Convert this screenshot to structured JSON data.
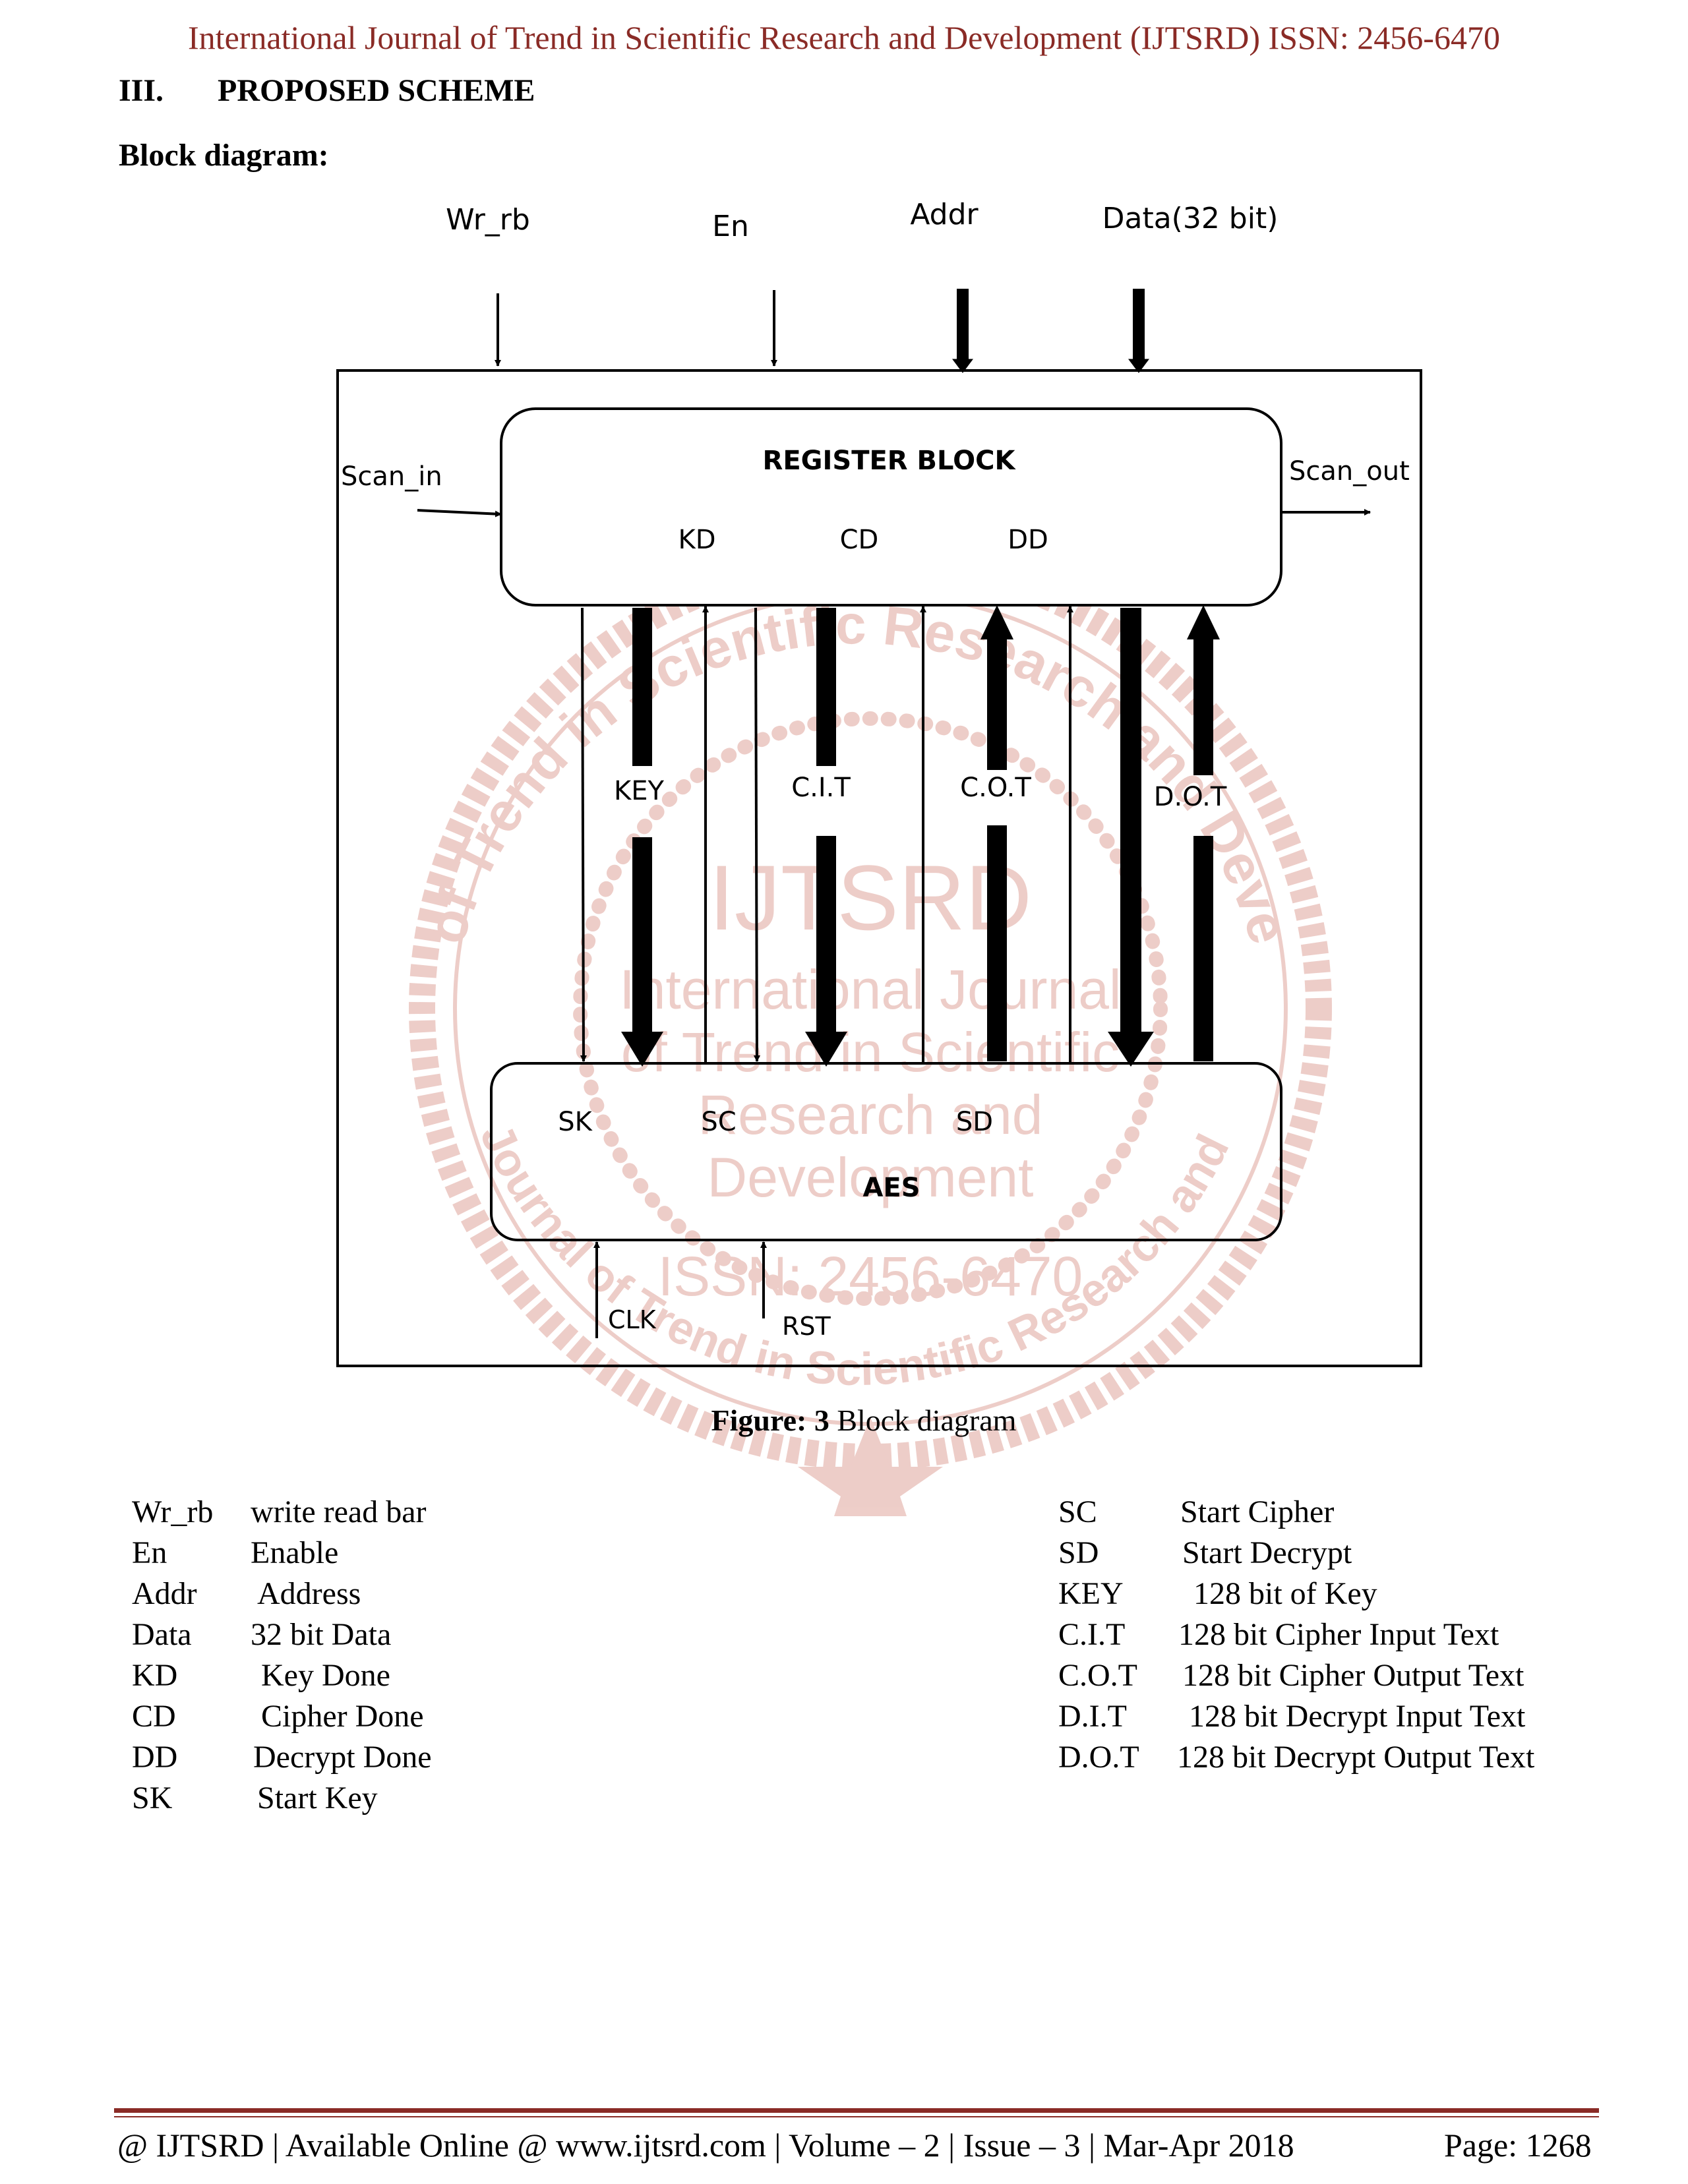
{
  "header": "International Journal of Trend in Scientific Research and Development (IJTSRD) ISSN: 2456-6470",
  "section": {
    "number": "III.",
    "title": "PROPOSED SCHEME"
  },
  "subheading": "Block diagram:",
  "diagram": {
    "inputs": {
      "wr_rb": "Wr_rb",
      "en": "En",
      "addr": "Addr",
      "data": "Data(32 bit)"
    },
    "scan_in": "Scan_in",
    "scan_out": "Scan_out",
    "register_block": {
      "title": "REGISTER BLOCK",
      "kd": "KD",
      "cd": "CD",
      "dd": "DD"
    },
    "signals": {
      "key": "KEY",
      "cit": "C.I.T",
      "cot": "C.O.T",
      "dot": "D.O.T"
    },
    "aes": {
      "title": "AES",
      "sk": "SK",
      "sc": "SC",
      "sd": "SD"
    },
    "clk": "CLK",
    "rst": "RST"
  },
  "watermark": {
    "seal_title": "IJTSRD",
    "seal_line1": "International Journal",
    "seal_line2": "of Trend in Scientific",
    "seal_line3": "Research and",
    "seal_line4": "Development",
    "seal_issn": "ISSN: 2456-6470",
    "ring_top": "Journal of Trend in Scientific Research and Development",
    "ring_bottom": "International Journal of Trend in Scientific Research and Development"
  },
  "caption": {
    "label": "Figure: 3",
    "text": "Block diagram"
  },
  "legend_left": [
    {
      "abbr": "Wr_rb",
      "desc": "write read bar"
    },
    {
      "abbr": "En",
      "desc": "Enable"
    },
    {
      "abbr": "Addr",
      "desc": "Address"
    },
    {
      "abbr": "Data",
      "desc": "32 bit Data"
    },
    {
      "abbr": "KD",
      "desc": "Key Done"
    },
    {
      "abbr": "CD",
      "desc": "Cipher Done"
    },
    {
      "abbr": "DD",
      "desc": "Decrypt Done"
    },
    {
      "abbr": "SK",
      "desc": "Start Key"
    }
  ],
  "legend_right": [
    {
      "abbr": "SC",
      "desc": "Start Cipher"
    },
    {
      "abbr": "SD",
      "desc": "Start Decrypt"
    },
    {
      "abbr": "KEY",
      "desc": "128 bit of Key"
    },
    {
      "abbr": "C.I.T",
      "desc": "128 bit Cipher Input Text"
    },
    {
      "abbr": "C.O.T",
      "desc": "128 bit Cipher Output Text"
    },
    {
      "abbr": "D.I.T",
      "desc": "128 bit Decrypt Input Text"
    },
    {
      "abbr": "D.O.T",
      "desc": "128 bit Decrypt Output Text"
    }
  ],
  "footer": {
    "left": "@ IJTSRD  |  Available Online @ www.ijtsrd.com |  Volume – 2  |  Issue – 3  | Mar-Apr 2018",
    "right": "Page: 1268"
  },
  "colors": {
    "accent": "#8a2b26",
    "watermark": "#e0a59c"
  }
}
